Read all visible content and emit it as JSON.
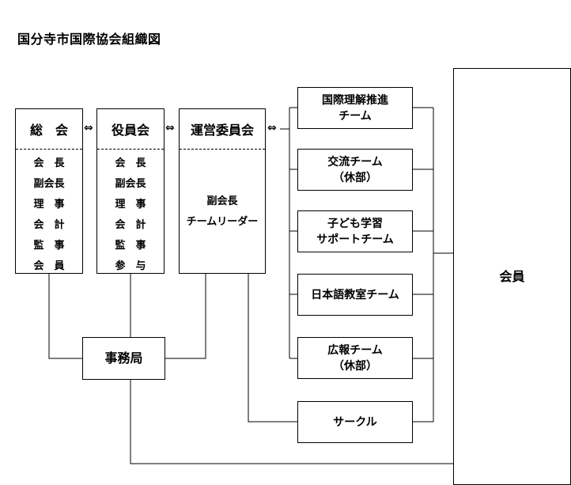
{
  "title": "国分寺市国際協会組織図",
  "arrows": [
    "⇔",
    "⇔",
    "⇔"
  ],
  "general_assembly": {
    "head": "総　会",
    "roles": [
      "会　長",
      "副会長",
      "理　事",
      "会　計",
      "監　事",
      "会　員"
    ]
  },
  "board": {
    "head": "役員会",
    "roles": [
      "会　長",
      "副会長",
      "理　事",
      "会　計",
      "監　事",
      "参　与"
    ]
  },
  "steering": {
    "head": "運営委員会",
    "roles": [
      "副会長",
      "チームリーダー"
    ]
  },
  "secretariat": "事務局",
  "members": "会員",
  "teams": [
    {
      "line1": "国際理解推進",
      "line2": "チーム"
    },
    {
      "line1": "交流チーム",
      "line2": "（休部）"
    },
    {
      "line1": "子ども学習",
      "line2": "サポートチーム"
    },
    {
      "line1": "日本語教室チーム",
      "line2": ""
    },
    {
      "line1": "広報チーム",
      "line2": "（休部）"
    },
    {
      "line1": "サークル",
      "line2": ""
    }
  ]
}
